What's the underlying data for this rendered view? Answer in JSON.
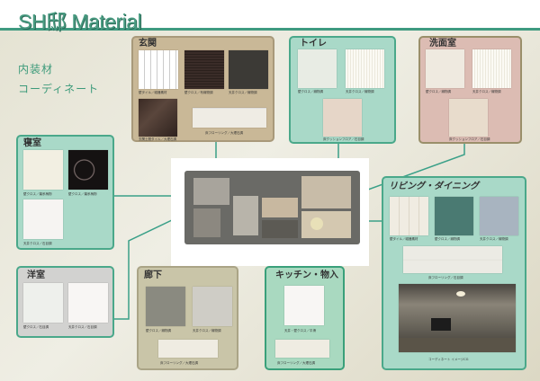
{
  "header": {
    "title": "SH邸 Material"
  },
  "intro": {
    "line1": "内装材",
    "line2": "コーディネート"
  },
  "rooms": {
    "genkan": {
      "title": "玄関",
      "labels": [
        "壁タイル／磁器素材",
        "壁クロス／布織物調",
        "天井クロス／織物調",
        "玄関土間タイル／大理石調",
        "床フローリング／大理石調"
      ]
    },
    "toilet": {
      "title": "トイレ",
      "labels": [
        "壁クロス／織物調",
        "天井クロス／織物調",
        "床クッションフロア／石目調"
      ]
    },
    "senmen": {
      "title": "洗面室",
      "labels": [
        "壁クロス／織物調",
        "天井クロス／織物調",
        "床クッションフロア／石目調"
      ]
    },
    "shinshitsu": {
      "title": "寝室",
      "labels": [
        "壁クロス／葉系柄物",
        "壁クロス／葉系柄物",
        "天井クロス／石目調"
      ]
    },
    "youshitsu": {
      "title": "洋室",
      "labels": [
        "壁クロス／石目調",
        "天井クロス／石目調"
      ]
    },
    "rouka": {
      "title": "廊下",
      "labels": [
        "壁クロス／織物調",
        "天井クロス／織物調",
        "床フローリング／大理石調"
      ]
    },
    "kitchen": {
      "title": "キッチン・物入",
      "labels": [
        "天井・壁クロス／平滑",
        "床フローリング／大理石調"
      ]
    },
    "living": {
      "title": "リビング・ダイニング",
      "labels": [
        "壁タイル／磁器素材",
        "壁クロス／織物調",
        "天井クロス／織物調",
        "床フローリング／石目調",
        "コーディネート イメージCG"
      ]
    }
  },
  "colors": {
    "accent": "#3f9a80",
    "mint": "#a9d9c8",
    "tan": "#c9b897",
    "rose": "#dcbcb3",
    "gray": "#d2d2d0",
    "olive": "#c9c5a8"
  }
}
